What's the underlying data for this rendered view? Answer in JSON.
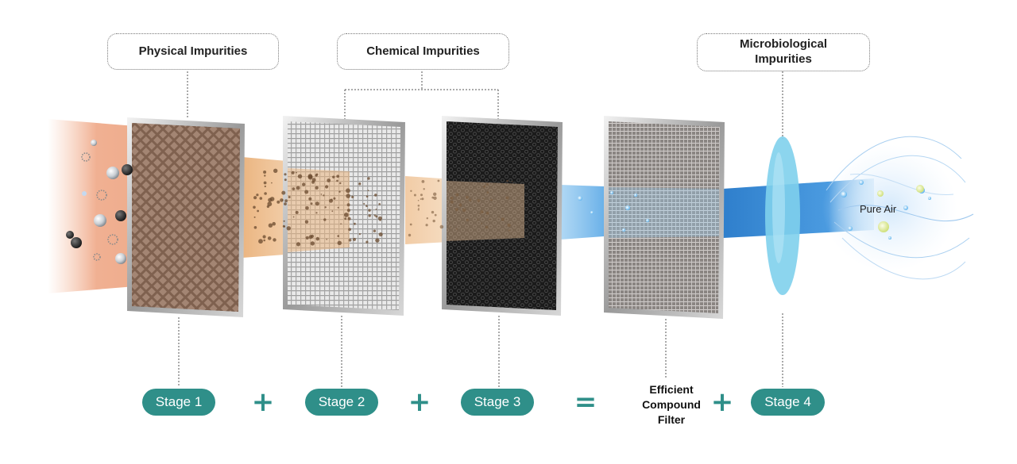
{
  "callouts": {
    "physical": "Physical Impurities",
    "chemical": "Chemical Impurities",
    "micro_line1": "Microbiological",
    "micro_line2": "Impurities"
  },
  "stages": {
    "stage1": "Stage 1",
    "stage2": "Stage 2",
    "stage3": "Stage 3",
    "stage4": "Stage 4"
  },
  "operators": {
    "plus1": "+",
    "plus2": "+",
    "equals": "=",
    "plus3": "+"
  },
  "compound_filter": {
    "line1": "Efficient",
    "line2": "Compound",
    "line3": "Filter"
  },
  "output_label": "Pure Air",
  "colors": {
    "accent_teal": "#2f8f89",
    "dirty_air": "#e8a27a",
    "dust_band": "#e9b780",
    "clean_air": "#3d8fd6",
    "lens": "#7fd0ec"
  }
}
